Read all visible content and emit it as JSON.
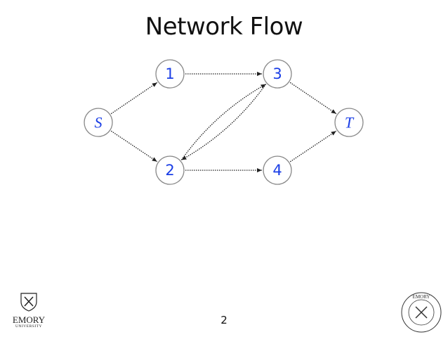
{
  "slide": {
    "title": "Network Flow",
    "page_number": "2"
  },
  "branding": {
    "left_logo_text": "EMORY",
    "left_logo_subtext": "UNIVERSITY",
    "seal_text": "EMORY UNIVERSITY"
  },
  "colors": {
    "node_label": "#1a3ee6",
    "node_border": "#888888",
    "edge": "#222222"
  },
  "diagram": {
    "nodes": [
      {
        "id": "S",
        "label": "S"
      },
      {
        "id": "1",
        "label": "1"
      },
      {
        "id": "2",
        "label": "2"
      },
      {
        "id": "3",
        "label": "3"
      },
      {
        "id": "4",
        "label": "4"
      },
      {
        "id": "T",
        "label": "T"
      }
    ],
    "edges": [
      {
        "from": "S",
        "to": "1"
      },
      {
        "from": "S",
        "to": "2"
      },
      {
        "from": "1",
        "to": "3"
      },
      {
        "from": "3",
        "to": "2"
      },
      {
        "from": "2",
        "to": "3"
      },
      {
        "from": "2",
        "to": "4"
      },
      {
        "from": "3",
        "to": "T"
      },
      {
        "from": "4",
        "to": "T"
      }
    ]
  }
}
